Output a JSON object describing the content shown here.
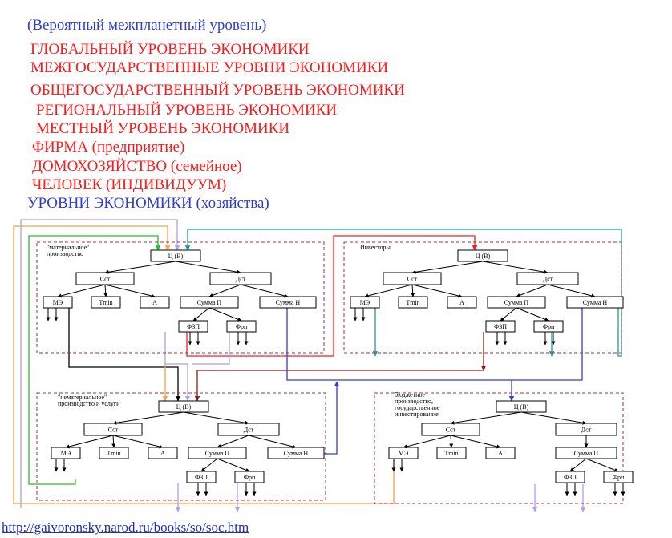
{
  "levels": [
    {
      "text": "(Вероятный межпланетный уровень)",
      "color": "blue"
    },
    {
      "text": "ГЛОБАЛЬНЫЙ УРОВЕНЬ ЭКОНОМИКИ",
      "color": "red"
    },
    {
      "text": "МЕЖГОСУДАРСТВЕННЫЕ УРОВНИ ЭКОНОМИКИ",
      "color": "red"
    },
    {
      "text": "ОБЩЕГОСУДАРСТВЕННЫЙ УРОВЕНЬ ЭКОНОМИКИ",
      "color": "red"
    },
    {
      "text": "РЕГИОНАЛЬНЫЙ УРОВЕНЬ ЭКОНОМИКИ",
      "color": "red"
    },
    {
      "text": "МЕСТНЫЙ УРОВЕНЬ ЭКОНОМИКИ",
      "color": "red"
    },
    {
      "text": "ФИРМА (предприятие)",
      "color": "red"
    },
    {
      "text": "ДОМОХОЗЯЙСТВО (семейное)",
      "color": "red"
    },
    {
      "text": "ЧЕЛОВЕК (ИНДИВИДУУМ)",
      "color": "red"
    },
    {
      "text": "УРОВНИ  ЭКОНОМИКИ (хозяйства)",
      "color": "blue"
    }
  ],
  "blocks": [
    {
      "title": "\"материальное\" производство",
      "title_lines": [
        "\"материальное\"",
        "производство"
      ]
    },
    {
      "title": "Инвесторы",
      "title_lines": [
        "Инвесторы"
      ]
    },
    {
      "title": "\"нематериальное\" производство и услуги",
      "title_lines": [
        "\"нематериальное\"",
        "производство и услуги"
      ]
    },
    {
      "title": "бюджетное производство, государственное инвестирование",
      "title_lines": [
        "бюджетное",
        "производство,",
        "государственное",
        "инвестирование"
      ]
    }
  ],
  "nodes": {
    "top": "Ц (В)",
    "cost": "Сст",
    "price": "Дст",
    "me": "МЭ",
    "tmin": "Tmin",
    "a": "А",
    "sum_p": "Сумма П",
    "sum_n": "Сумма Н",
    "fzp": "ФЗП",
    "frp": "Фрп"
  },
  "colors": {
    "red": "#ff1a1a",
    "blue": "#2f3cd6",
    "green": "#22c222",
    "orange": "#f5a142",
    "pink": "#f2b0c2",
    "lavender": "#b09ee8",
    "teal": "#1f9e8f",
    "darkred": "#8e1b1b"
  },
  "footer": {
    "url": "http://gaivoronsky.narod.ru/books/so/soc.htm"
  }
}
